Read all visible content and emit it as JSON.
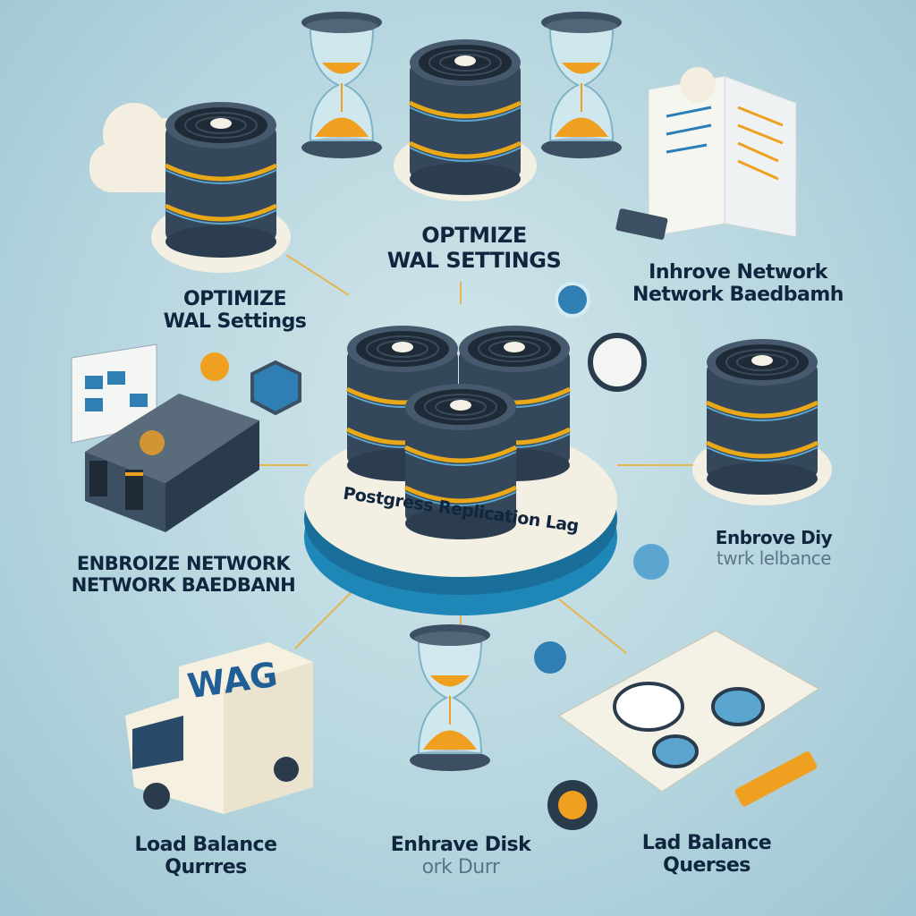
{
  "title": "Postgress Replication Lag",
  "truck_text": "WAG",
  "labels": {
    "top_center": [
      "OPTMIZE",
      "WAL SETTINGS"
    ],
    "top_left": [
      "OPTIMIZE",
      "WAL Settings"
    ],
    "top_right": [
      "Inhrove Network",
      "Network Baedbamh"
    ],
    "mid_left": [
      "ENBROIZE NETWORK",
      "NETWORK BAEDBANH"
    ],
    "mid_right": [
      "Enbrove Diy",
      "twrk lelbance"
    ],
    "bottom_left": [
      "Load Balance",
      "Qurrres"
    ],
    "bottom_center": [
      "Enhrave Disk",
      "ork Durr"
    ],
    "bottom_right": [
      "Lad Balance",
      "Querses"
    ]
  },
  "colors": {
    "background": "#b7d6df",
    "db_dark": "#3c4f63",
    "db_gold": "#e8a818",
    "accent_blue": "#1f86b8",
    "sand": "#f0a020",
    "platform": "#f3efe2"
  }
}
